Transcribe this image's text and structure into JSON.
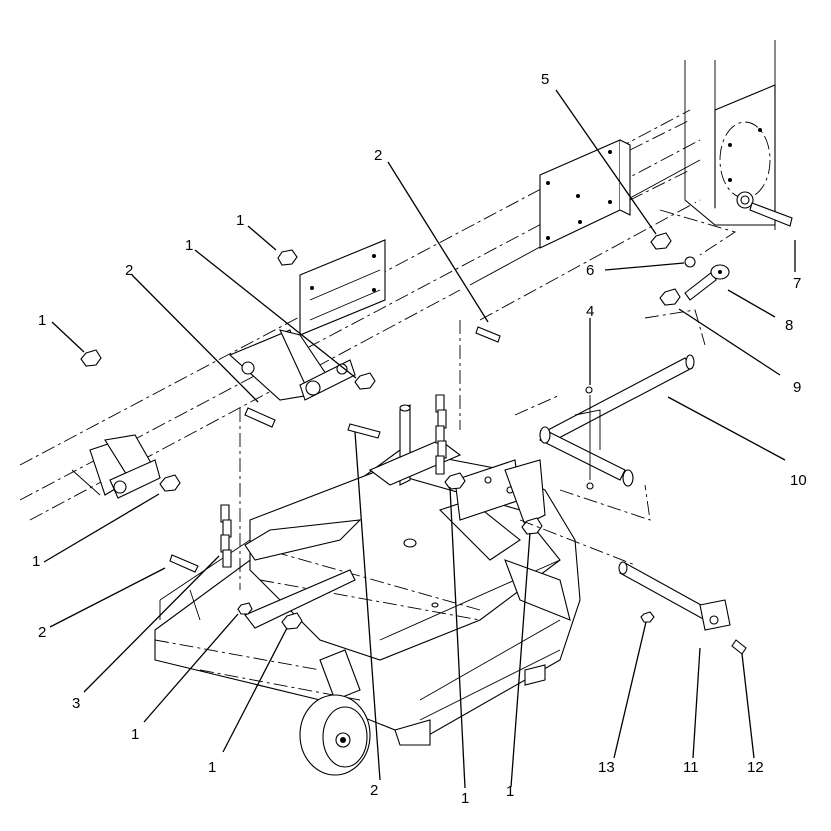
{
  "callouts": [
    {
      "id": "c1a",
      "text": "1"
    },
    {
      "id": "c2a",
      "text": "2"
    },
    {
      "id": "c1b",
      "text": "1"
    },
    {
      "id": "c1c",
      "text": "1"
    },
    {
      "id": "c2b",
      "text": "2"
    },
    {
      "id": "c5",
      "text": "5"
    },
    {
      "id": "c6",
      "text": "6"
    },
    {
      "id": "c7",
      "text": "7"
    },
    {
      "id": "c4",
      "text": "4"
    },
    {
      "id": "c8",
      "text": "8"
    },
    {
      "id": "c9",
      "text": "9"
    },
    {
      "id": "c10",
      "text": "10"
    },
    {
      "id": "c1d",
      "text": "1"
    },
    {
      "id": "c2c",
      "text": "2"
    },
    {
      "id": "c3",
      "text": "3"
    },
    {
      "id": "c1e",
      "text": "1"
    },
    {
      "id": "c1f",
      "text": "1"
    },
    {
      "id": "c2d",
      "text": "2"
    },
    {
      "id": "c1g",
      "text": "1"
    },
    {
      "id": "c1h",
      "text": "1"
    },
    {
      "id": "c13",
      "text": "13"
    },
    {
      "id": "c11",
      "text": "11"
    },
    {
      "id": "c12",
      "text": "12"
    }
  ]
}
